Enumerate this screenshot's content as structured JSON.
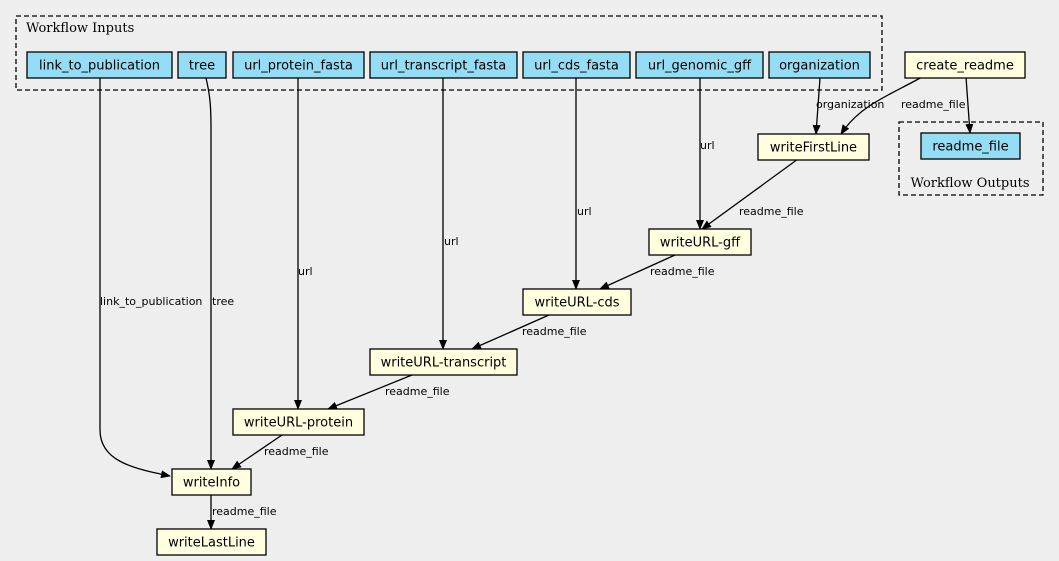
{
  "clusters": {
    "inputs_title": "Workflow Inputs",
    "outputs_title": "Workflow Outputs"
  },
  "inputs": {
    "link_to_publication": "link_to_publication",
    "tree": "tree",
    "url_protein_fasta": "url_protein_fasta",
    "url_transcript_fasta": "url_transcript_fasta",
    "url_cds_fasta": "url_cds_fasta",
    "url_genomic_gff": "url_genomic_gff",
    "organization": "organization"
  },
  "outputs": {
    "readme_file": "readme_file"
  },
  "steps": {
    "create_readme": "create_readme",
    "writeFirstLine": "writeFirstLine",
    "writeURL_gff": "writeURL-gff",
    "writeURL_cds": "writeURL-cds",
    "writeURL_transcript": "writeURL-transcript",
    "writeURL_protein": "writeURL-protein",
    "writeInfo": "writeInfo",
    "writeLastLine": "writeLastLine"
  },
  "edge_labels": {
    "organization": "organization",
    "readme_file": "readme_file",
    "url": "url",
    "link_to_publication": "link_to_publication",
    "tree": "tree"
  },
  "colors": {
    "background": "#eeeeee",
    "input_fill": "#94ddf4",
    "step_fill": "#ffffe0"
  }
}
